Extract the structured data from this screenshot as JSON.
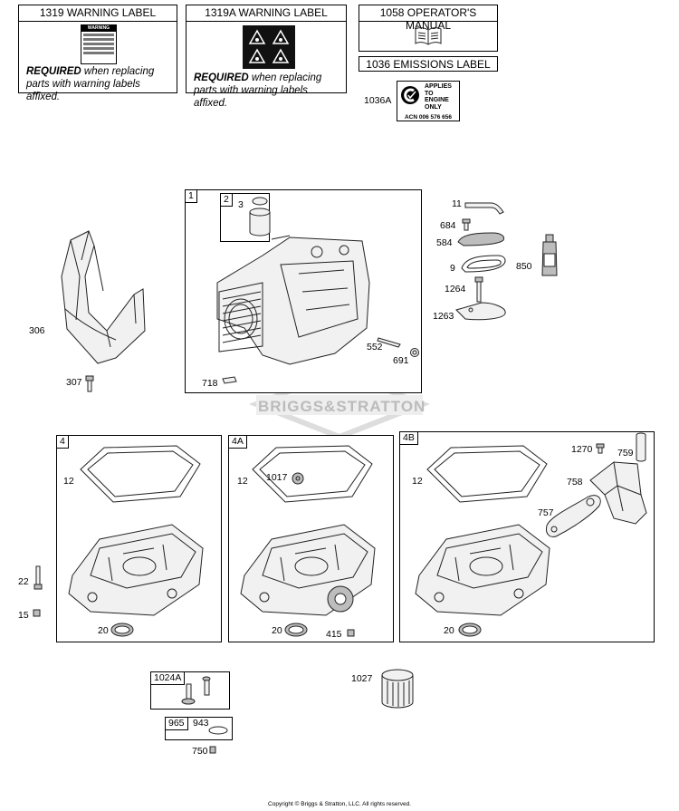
{
  "labels": {
    "warning_1319": {
      "title": "1319 WARNING LABEL",
      "req_bold": "REQUIRED",
      "req_text": " when replacing parts with warning labels affixed.",
      "decal_header": "WARNING"
    },
    "warning_1319A": {
      "title": "1319A WARNING LABEL",
      "req_bold": "REQUIRED",
      "req_text": " when replacing parts with warning labels affixed."
    },
    "manual_1058": {
      "title": "1058 OPERATOR'S MANUAL"
    },
    "emissions_1036": {
      "title": "1036 EMISSIONS LABEL"
    },
    "emissions_1036A": {
      "callout": "1036A",
      "line1": "APPLIES",
      "line2": "TO",
      "line3": "ENGINE",
      "line4": "ONLY",
      "acn": "ACN 006 576 656"
    }
  },
  "callouts": {
    "p306": "306",
    "p307": "307",
    "box1": "1",
    "box2": "2",
    "p3": "3",
    "p552": "552",
    "p691": "691",
    "p718": "718",
    "p11": "11",
    "p684": "684",
    "p584": "584",
    "p9": "9",
    "p850": "850",
    "p1264": "1264",
    "p1263": "1263",
    "box4": "4",
    "box4A": "4A",
    "box4B": "4B",
    "p12a": "12",
    "p12b": "12",
    "p12c": "12",
    "p22": "22",
    "p15": "15",
    "p20a": "20",
    "p20b": "20",
    "p20c": "20",
    "p1017": "1017",
    "p415": "415",
    "p1270": "1270",
    "p759": "759",
    "p758": "758",
    "p757": "757",
    "box1024A": "1024A",
    "p1027": "1027",
    "box965": "965",
    "p943": "943",
    "p750": "750"
  },
  "watermark": "BRIGGS&STRATTON",
  "copyright": "Copyright © Briggs & Stratton, LLC. All rights reserved."
}
